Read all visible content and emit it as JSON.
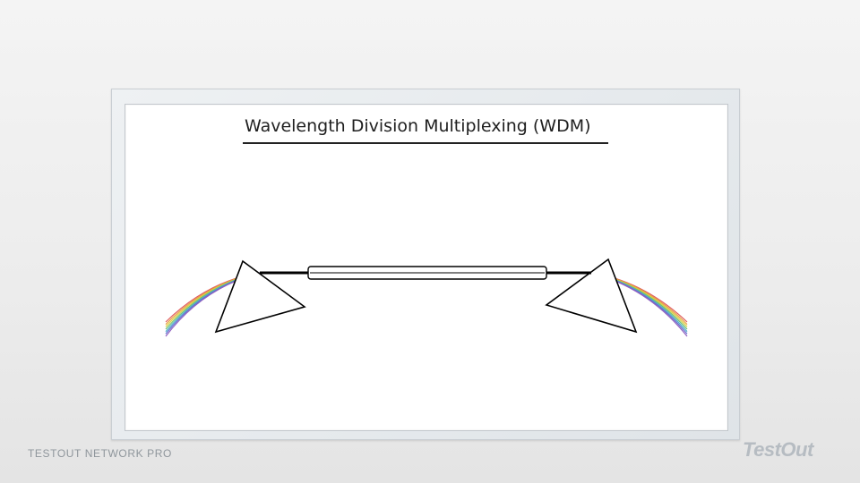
{
  "slide": {
    "title": "Wavelength Division Multiplexing (WDM)",
    "footer_left": "TESTOUT NETWORK PRO",
    "logo_text": "TestOut"
  },
  "diagram": {
    "spectrum_colors": [
      "#e06060",
      "#e8a040",
      "#d8d040",
      "#70c070",
      "#50b0c8",
      "#6070d0",
      "#9060c0"
    ],
    "line_color": "#000000"
  }
}
